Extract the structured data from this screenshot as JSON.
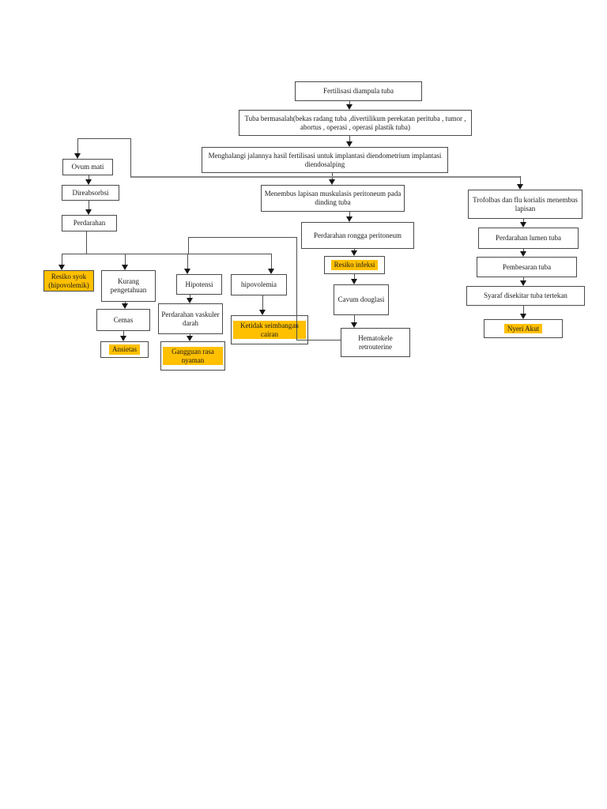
{
  "colors": {
    "highlight": "#FFC000",
    "box_border": "#4a4a4a",
    "line": "#4f4f4f",
    "long_connector_grey": "#8a8a8a",
    "page_background": "#ffffff"
  },
  "diagram": {
    "type": "flowchart",
    "language": "Indonesian",
    "topic": "Pathway kehamilan tuba (ectopic pregnancy nursing pathway)"
  },
  "nodes": {
    "fertilisasi": {
      "label": "Fertilisasi diampula tuba",
      "highlighted": false
    },
    "tuba_bermasalah": {
      "label": "Tuba bermasalah(bekas radang tuba ,divertilikum perekatan perituba , tumor , abortus , operasi , operasi plastik tuba)",
      "highlighted": false
    },
    "menghalangi": {
      "label": "Menghalangi jalannya hasil fertilisasi untuk implantasi diendometrium implantasi diendosalping",
      "highlighted": false
    },
    "ovum_mati": {
      "label": "Ovum mati",
      "highlighted": false
    },
    "direabsorbsi": {
      "label": "Direabsorbsi",
      "highlighted": false
    },
    "perdarahan": {
      "label": "Perdarahan",
      "highlighted": false
    },
    "menembus": {
      "label": "Menembus lapisan muskulasis peritoneum pada dinding tuba",
      "highlighted": false
    },
    "perdarahan_rongga": {
      "label": "Perdarahan rongga peritoneum",
      "highlighted": false
    },
    "resiko_infeksi": {
      "label": "Resiko infeksi",
      "highlighted": true
    },
    "cavum_douglasi": {
      "label": "Cavum douglasi",
      "highlighted": false
    },
    "hematokele": {
      "label": "Hematokele retrouterine",
      "highlighted": false
    },
    "resiko_syok": {
      "label": "Resiko syok (hipovolemik)",
      "highlighted": true
    },
    "kurang_pengetahuan": {
      "label": "Kurang pengetahuan",
      "highlighted": false
    },
    "hipotensi": {
      "label": "Hipotensi",
      "highlighted": false
    },
    "hipovolemia": {
      "label": "hipovolemia",
      "highlighted": false
    },
    "cemas": {
      "label": "Cemas",
      "highlighted": false
    },
    "ansietas": {
      "label": "Ansietas",
      "highlighted": true
    },
    "perdarahan_vaskuler": {
      "label": "Perdarahan vaskuler darah",
      "highlighted": false
    },
    "gangguan_rasa": {
      "label": "Gangguan rasa nyaman",
      "highlighted": true
    },
    "ketidak_seimbangan": {
      "label": "Ketidak seimbangan cairan",
      "highlighted": true
    },
    "trofoblas": {
      "label": "Trofolbas dan flu korialis menembus lapisan",
      "highlighted": false
    },
    "perdarahan_lumen": {
      "label": "Perdarahan lumen tuba",
      "highlighted": false
    },
    "pembesaran_tuba": {
      "label": "Pembesaran tuba",
      "highlighted": false
    },
    "syaraf": {
      "label": "Syaraf disekitar tuba tertekan",
      "highlighted": false
    },
    "nyeri_akut": {
      "label": "Nyeri Akut",
      "highlighted": true
    }
  },
  "edges": [
    {
      "from": "fertilisasi",
      "to": "tuba_bermasalah"
    },
    {
      "from": "tuba_bermasalah",
      "to": "menghalangi"
    },
    {
      "from": "menghalangi",
      "to": "ovum_mati"
    },
    {
      "from": "menghalangi",
      "to": "menembus"
    },
    {
      "from": "menghalangi",
      "to": "trofoblas"
    },
    {
      "from": "ovum_mati",
      "to": "direabsorbsi"
    },
    {
      "from": "direabsorbsi",
      "to": "perdarahan"
    },
    {
      "from": "perdarahan",
      "to": "resiko_syok"
    },
    {
      "from": "perdarahan",
      "to": "kurang_pengetahuan"
    },
    {
      "from": "perdarahan",
      "to": "hipotensi"
    },
    {
      "from": "perdarahan",
      "to": "hipovolemia"
    },
    {
      "from": "perdarahan",
      "to": "hematokele"
    },
    {
      "from": "kurang_pengetahuan",
      "to": "cemas"
    },
    {
      "from": "cemas",
      "to": "ansietas"
    },
    {
      "from": "hipotensi",
      "to": "perdarahan_vaskuler"
    },
    {
      "from": "perdarahan_vaskuler",
      "to": "gangguan_rasa"
    },
    {
      "from": "hipovolemia",
      "to": "ketidak_seimbangan"
    },
    {
      "from": "menembus",
      "to": "perdarahan_rongga"
    },
    {
      "from": "perdarahan_rongga",
      "to": "resiko_infeksi"
    },
    {
      "from": "resiko_infeksi",
      "to": "cavum_douglasi"
    },
    {
      "from": "cavum_douglasi",
      "to": "hematokele"
    },
    {
      "from": "trofoblas",
      "to": "perdarahan_lumen"
    },
    {
      "from": "perdarahan_lumen",
      "to": "pembesaran_tuba"
    },
    {
      "from": "pembesaran_tuba",
      "to": "syaraf"
    },
    {
      "from": "syaraf",
      "to": "nyeri_akut"
    }
  ]
}
